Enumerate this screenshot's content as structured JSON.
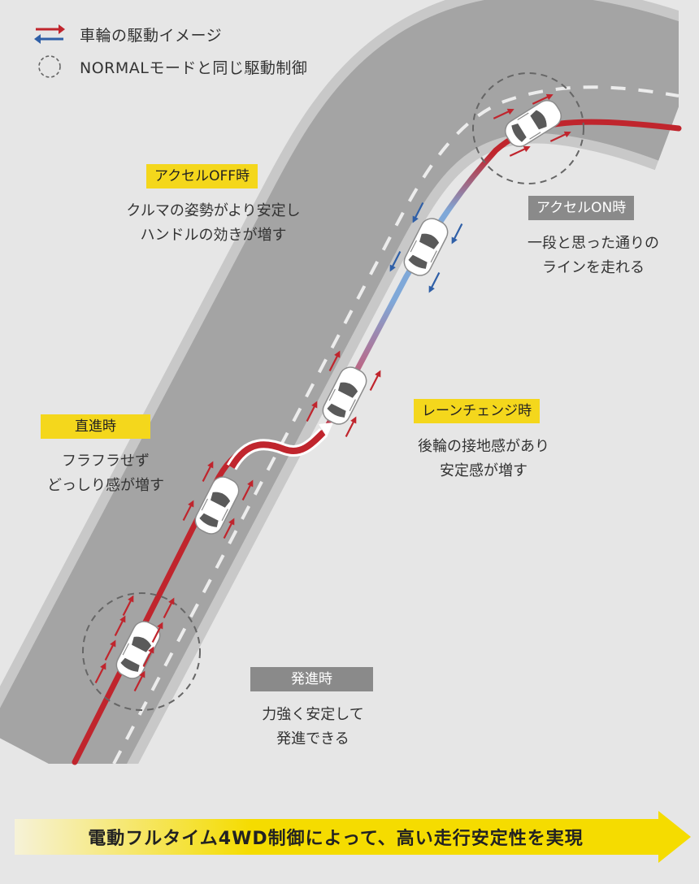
{
  "legend": {
    "drive_image": "車輪の駆動イメージ",
    "normal_control": "NORMALモードと同じ駆動制御"
  },
  "scenes": {
    "accel_off": {
      "tag": "アクセルOFF時",
      "desc": "クルマの姿勢がより安定し\nハンドルの効きが増す"
    },
    "accel_on": {
      "tag": "アクセルON時",
      "desc": "一段と思った通りの\nラインを走れる"
    },
    "straight": {
      "tag": "直進時",
      "desc": "フラフラせず\nどっしり感が増す"
    },
    "lane_change": {
      "tag": "レーンチェンジ時",
      "desc": "後輪の接地感があり\n安定感が増す"
    },
    "start": {
      "tag": "発進時",
      "desc": "力強く安定して\n発進できる"
    }
  },
  "banner": {
    "text": "電動フルタイム4WD制御によって、高い走行安定性を実現"
  },
  "colors": {
    "background": "#e6e6e6",
    "road": "#a4a4a4",
    "road_edge": "#c8c8c8",
    "drive_red": "#c0252d",
    "drive_blue": "#2f5fa7",
    "path_blue": "#7fa8d8",
    "tag_yellow": "#f4d71c",
    "tag_gray": "#8a8a8a",
    "banner_yellow": "#f5dc00"
  }
}
